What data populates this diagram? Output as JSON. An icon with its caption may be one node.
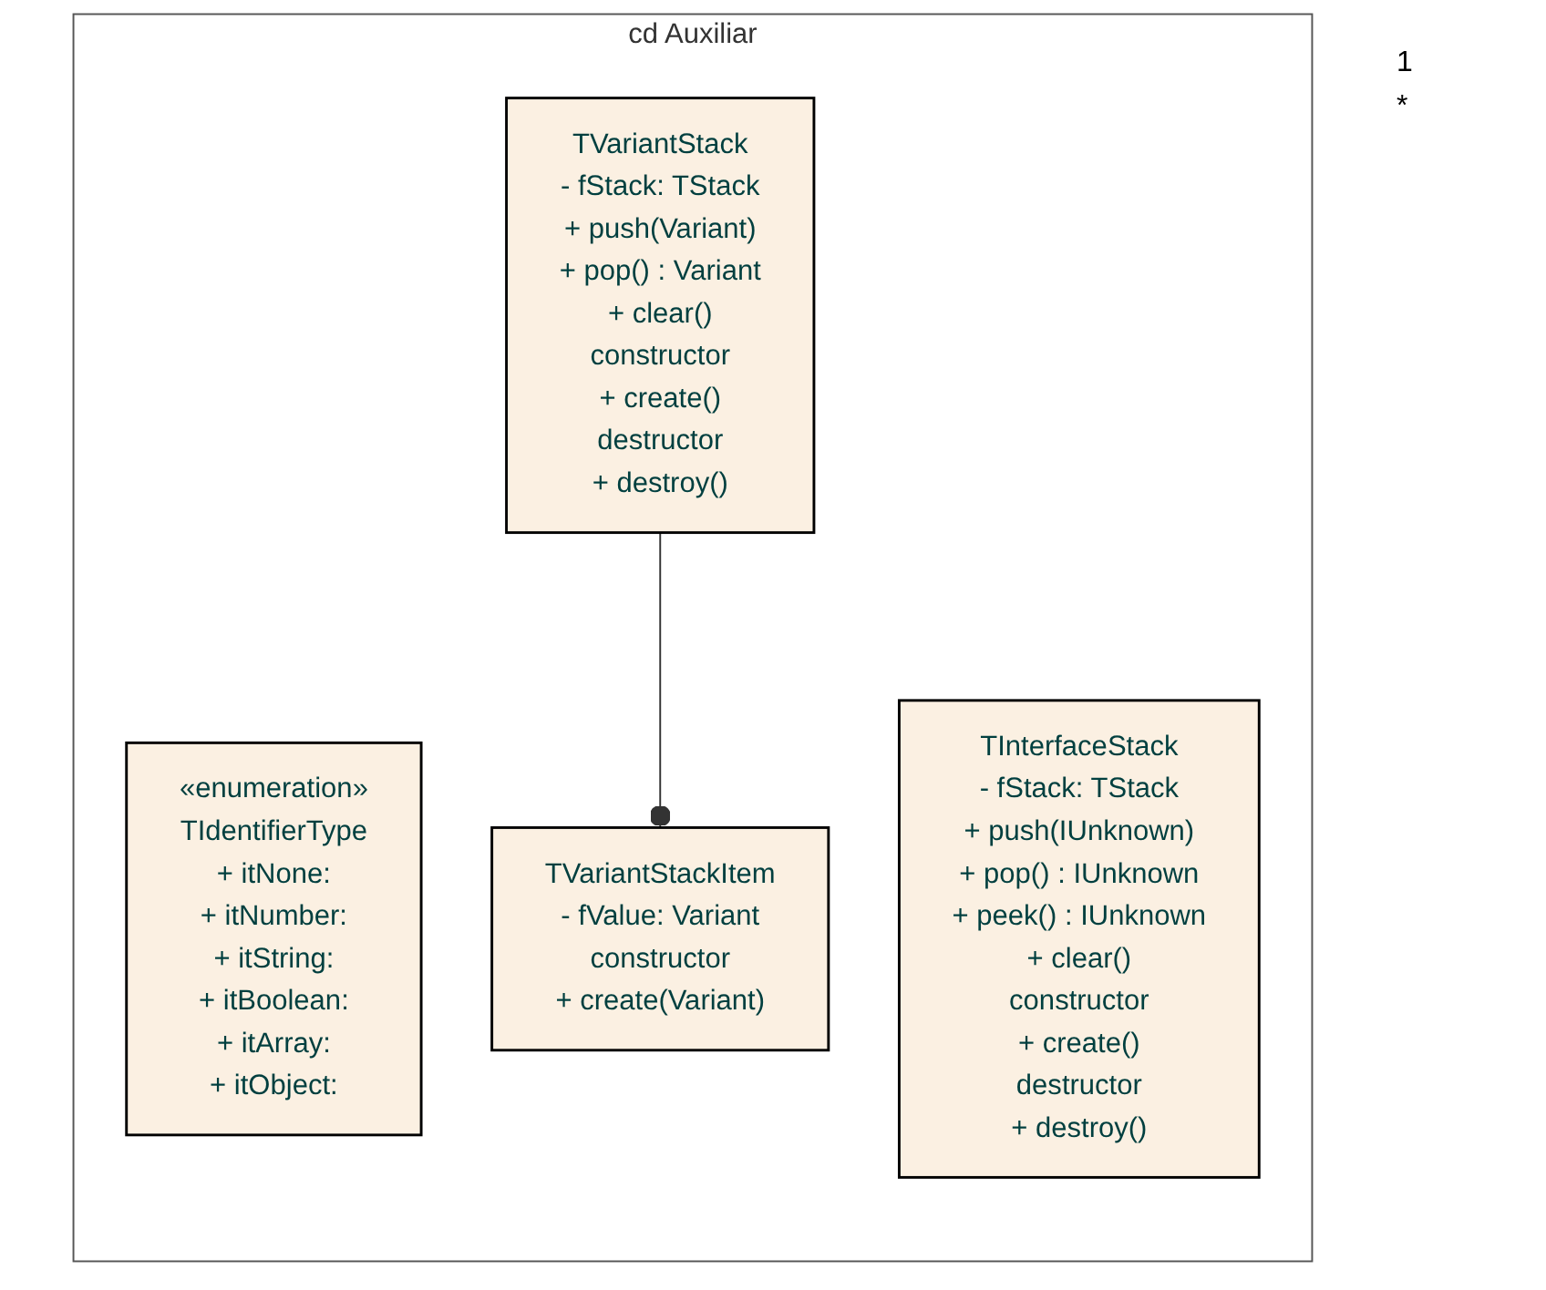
{
  "diagram": {
    "nodes": [
      {
        "text": [
          "cd Auxiliar"
        ]
      },
      {
        "text": [
          "«enumeration»",
          "TIdentifierType",
          "+ itNone:",
          "+ itNumber:",
          "+ itString:",
          "+ itBoolean:",
          "+ itArray:",
          "+ itObject:"
        ],
        "in": 0
      },
      {
        "text": [
          "TVariantStack",
          "- fStack: TStack",
          "+ push(Variant)",
          "+ pop() : Variant",
          "+ clear()",
          "constructor",
          "+ create()",
          "destructor",
          "+ destroy()"
        ],
        "in": 0
      },
      {
        "text": [
          "TInterfaceStack",
          "- fStack: TStack",
          "+ push(IUnknown)",
          "+ pop() : IUnknown",
          "+ peek() : IUnknown",
          "+ clear()",
          "constructor",
          "+ create()",
          "destructor",
          "+ destroy()"
        ],
        "in": 0
      },
      {
        "text": [
          "TVariantStackItem",
          "- fValue: Variant",
          "constructor",
          "+ create(Variant)"
        ],
        "in": 0
      }
    ],
    "edges": [
      {
        "from": 2,
        "to": 4,
        "arrow": "other"
      }
    ],
    "labels": [
      "1",
      "*"
    ]
  }
}
